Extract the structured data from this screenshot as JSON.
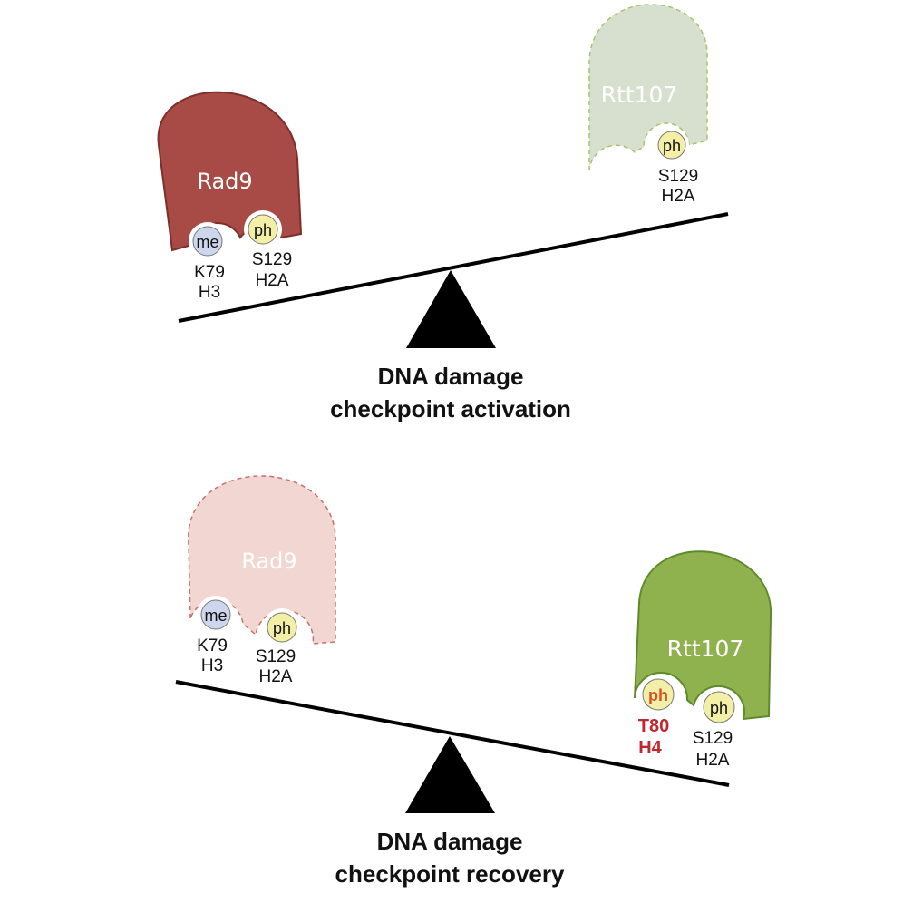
{
  "panel_activation": {
    "caption_line1": "DNA damage",
    "caption_line2": "checkpoint activation",
    "rad9": {
      "name": "Rad9",
      "color": "#a84a45",
      "state": "bound"
    },
    "rtt107": {
      "name": "Rtt107",
      "color": "#d7e0ce",
      "state": "unbound"
    },
    "rad9_marks": [
      {
        "symbol": "me",
        "residue": "K79",
        "histone": "H3",
        "color": "#cdd6ec"
      },
      {
        "symbol": "ph",
        "residue": "S129",
        "histone": "H2A",
        "color": "#f3efa6"
      }
    ],
    "rtt107_marks": [
      {
        "symbol": "ph",
        "residue": "S129",
        "histone": "H2A",
        "color": "#f3efa6"
      }
    ]
  },
  "panel_recovery": {
    "caption_line1": "DNA damage",
    "caption_line2": "checkpoint recovery",
    "rad9": {
      "name": "Rad9",
      "color": "#f2d6d2",
      "state": "unbound"
    },
    "rtt107": {
      "name": "Rtt107",
      "color": "#8fb24e",
      "state": "bound"
    },
    "rad9_marks": [
      {
        "symbol": "me",
        "residue": "K79",
        "histone": "H3",
        "color": "#cdd6ec"
      },
      {
        "symbol": "ph",
        "residue": "S129",
        "histone": "H2A",
        "color": "#f3efa6"
      }
    ],
    "rtt107_marks": [
      {
        "symbol": "ph",
        "residue": "T80",
        "histone": "H4",
        "color": "#f3efa6",
        "highlight_color": "#c0282d"
      },
      {
        "symbol": "ph",
        "residue": "S129",
        "histone": "H2A",
        "color": "#f3efa6"
      }
    ]
  }
}
